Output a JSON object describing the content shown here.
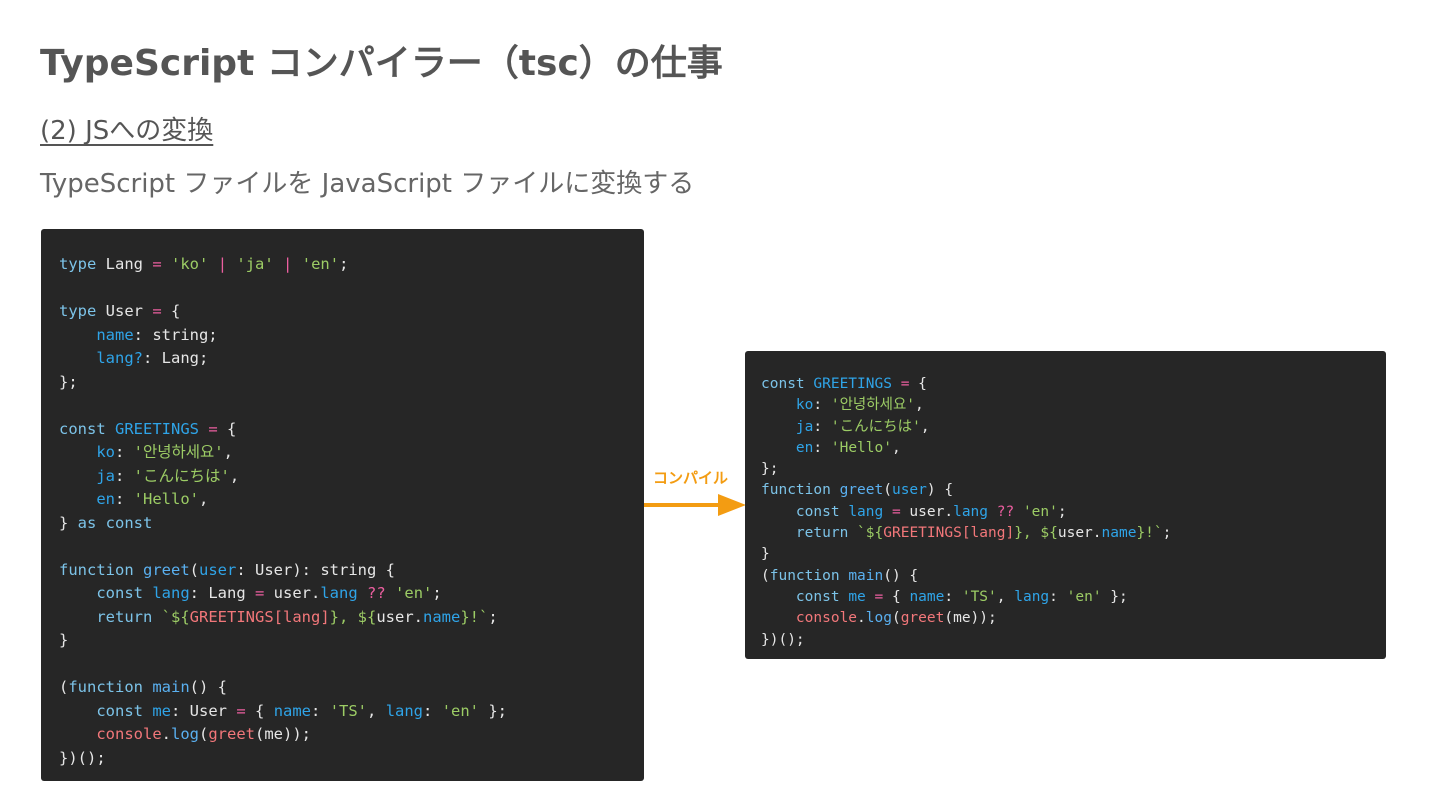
{
  "slide": {
    "title": "TypeScript コンパイラー（tsc）の仕事",
    "subtitle": "(2) JSへの変換",
    "description": "TypeScript ファイルを JavaScript ファイルに変換する",
    "arrow_label": "コンパイル",
    "accent_color": "#f39c12",
    "code_background": "#262626"
  },
  "code_before": {
    "language": "TypeScript",
    "lines": [
      [
        [
          "kw",
          "type"
        ],
        [
          "id",
          " Lang "
        ],
        [
          "op",
          "="
        ],
        [
          "id",
          " "
        ],
        [
          "str",
          "'ko'"
        ],
        [
          "id",
          " "
        ],
        [
          "op",
          "|"
        ],
        [
          "id",
          " "
        ],
        [
          "str",
          "'ja'"
        ],
        [
          "id",
          " "
        ],
        [
          "op",
          "|"
        ],
        [
          "id",
          " "
        ],
        [
          "str",
          "'en'"
        ],
        [
          "id",
          ";"
        ]
      ],
      [],
      [
        [
          "kw",
          "type"
        ],
        [
          "id",
          " User "
        ],
        [
          "op",
          "="
        ],
        [
          "id",
          " {"
        ]
      ],
      [
        [
          "id",
          "    "
        ],
        [
          "prop",
          "name"
        ],
        [
          "id",
          ": string;"
        ]
      ],
      [
        [
          "id",
          "    "
        ],
        [
          "prop",
          "lang?"
        ],
        [
          "id",
          ": Lang;"
        ]
      ],
      [
        [
          "id",
          "};"
        ]
      ],
      [],
      [
        [
          "kw",
          "const"
        ],
        [
          "id",
          " "
        ],
        [
          "prop",
          "GREETINGS"
        ],
        [
          "id",
          " "
        ],
        [
          "op",
          "="
        ],
        [
          "id",
          " {"
        ]
      ],
      [
        [
          "id",
          "    "
        ],
        [
          "prop",
          "ko"
        ],
        [
          "id",
          ": "
        ],
        [
          "str",
          "'안녕하세요'"
        ],
        [
          "id",
          ","
        ]
      ],
      [
        [
          "id",
          "    "
        ],
        [
          "prop",
          "ja"
        ],
        [
          "id",
          ": "
        ],
        [
          "str",
          "'こんにちは'"
        ],
        [
          "id",
          ","
        ]
      ],
      [
        [
          "id",
          "    "
        ],
        [
          "prop",
          "en"
        ],
        [
          "id",
          ": "
        ],
        [
          "str",
          "'Hello'"
        ],
        [
          "id",
          ","
        ]
      ],
      [
        [
          "id",
          "} "
        ],
        [
          "kw",
          "as const"
        ]
      ],
      [],
      [
        [
          "kw",
          "function"
        ],
        [
          "id",
          " "
        ],
        [
          "fn",
          "greet"
        ],
        [
          "id",
          "("
        ],
        [
          "prop",
          "user"
        ],
        [
          "id",
          ": User): string {"
        ]
      ],
      [
        [
          "id",
          "    "
        ],
        [
          "kw",
          "const"
        ],
        [
          "id",
          " "
        ],
        [
          "prop",
          "lang"
        ],
        [
          "id",
          ": Lang "
        ],
        [
          "op",
          "="
        ],
        [
          "id",
          " user."
        ],
        [
          "prop",
          "lang"
        ],
        [
          "id",
          " "
        ],
        [
          "op",
          "??"
        ],
        [
          "id",
          " "
        ],
        [
          "str",
          "'en'"
        ],
        [
          "id",
          ";"
        ]
      ],
      [
        [
          "id",
          "    "
        ],
        [
          "kw",
          "return"
        ],
        [
          "id",
          " "
        ],
        [
          "tpl",
          "`${"
        ],
        [
          "red",
          "GREETINGS[lang]"
        ],
        [
          "tpl",
          "}, ${"
        ],
        [
          "id",
          "user."
        ],
        [
          "prop",
          "name"
        ],
        [
          "tpl",
          "}!`"
        ],
        [
          "id",
          ";"
        ]
      ],
      [
        [
          "id",
          "}"
        ]
      ],
      [],
      [
        [
          "id",
          "("
        ],
        [
          "kw",
          "function"
        ],
        [
          "id",
          " "
        ],
        [
          "fn",
          "main"
        ],
        [
          "id",
          "() {"
        ]
      ],
      [
        [
          "id",
          "    "
        ],
        [
          "kw",
          "const"
        ],
        [
          "id",
          " "
        ],
        [
          "prop",
          "me"
        ],
        [
          "id",
          ": User "
        ],
        [
          "op",
          "="
        ],
        [
          "id",
          " { "
        ],
        [
          "prop",
          "name"
        ],
        [
          "id",
          ": "
        ],
        [
          "str",
          "'TS'"
        ],
        [
          "id",
          ", "
        ],
        [
          "prop",
          "lang"
        ],
        [
          "id",
          ": "
        ],
        [
          "str",
          "'en'"
        ],
        [
          "id",
          " };"
        ]
      ],
      [
        [
          "id",
          "    "
        ],
        [
          "red",
          "console"
        ],
        [
          "id",
          "."
        ],
        [
          "fn",
          "log"
        ],
        [
          "id",
          "("
        ],
        [
          "red",
          "greet"
        ],
        [
          "id",
          "(me));"
        ]
      ],
      [
        [
          "id",
          "})();"
        ]
      ]
    ]
  },
  "code_after": {
    "language": "JavaScript",
    "lines": [
      [
        [
          "kw",
          "const"
        ],
        [
          "id",
          " "
        ],
        [
          "prop",
          "GREETINGS"
        ],
        [
          "id",
          " "
        ],
        [
          "op",
          "="
        ],
        [
          "id",
          " {"
        ]
      ],
      [
        [
          "id",
          "    "
        ],
        [
          "prop",
          "ko"
        ],
        [
          "id",
          ": "
        ],
        [
          "str",
          "'안녕하세요'"
        ],
        [
          "id",
          ","
        ]
      ],
      [
        [
          "id",
          "    "
        ],
        [
          "prop",
          "ja"
        ],
        [
          "id",
          ": "
        ],
        [
          "str",
          "'こんにちは'"
        ],
        [
          "id",
          ","
        ]
      ],
      [
        [
          "id",
          "    "
        ],
        [
          "prop",
          "en"
        ],
        [
          "id",
          ": "
        ],
        [
          "str",
          "'Hello'"
        ],
        [
          "id",
          ","
        ]
      ],
      [
        [
          "id",
          "};"
        ]
      ],
      [
        [
          "kw",
          "function"
        ],
        [
          "id",
          " "
        ],
        [
          "fn",
          "greet"
        ],
        [
          "id",
          "("
        ],
        [
          "prop",
          "user"
        ],
        [
          "id",
          ") {"
        ]
      ],
      [
        [
          "id",
          "    "
        ],
        [
          "kw",
          "const"
        ],
        [
          "id",
          " "
        ],
        [
          "prop",
          "lang"
        ],
        [
          "id",
          " "
        ],
        [
          "op",
          "="
        ],
        [
          "id",
          " user."
        ],
        [
          "prop",
          "lang"
        ],
        [
          "id",
          " "
        ],
        [
          "op",
          "??"
        ],
        [
          "id",
          " "
        ],
        [
          "str",
          "'en'"
        ],
        [
          "id",
          ";"
        ]
      ],
      [
        [
          "id",
          "    "
        ],
        [
          "kw",
          "return"
        ],
        [
          "id",
          " "
        ],
        [
          "tpl",
          "`${"
        ],
        [
          "red",
          "GREETINGS[lang]"
        ],
        [
          "tpl",
          "}, ${"
        ],
        [
          "id",
          "user."
        ],
        [
          "prop",
          "name"
        ],
        [
          "tpl",
          "}!`"
        ],
        [
          "id",
          ";"
        ]
      ],
      [
        [
          "id",
          "}"
        ]
      ],
      [
        [
          "id",
          "("
        ],
        [
          "kw",
          "function"
        ],
        [
          "id",
          " "
        ],
        [
          "fn",
          "main"
        ],
        [
          "id",
          "() {"
        ]
      ],
      [
        [
          "id",
          "    "
        ],
        [
          "kw",
          "const"
        ],
        [
          "id",
          " "
        ],
        [
          "prop",
          "me"
        ],
        [
          "id",
          " "
        ],
        [
          "op",
          "="
        ],
        [
          "id",
          " { "
        ],
        [
          "prop",
          "name"
        ],
        [
          "id",
          ": "
        ],
        [
          "str",
          "'TS'"
        ],
        [
          "id",
          ", "
        ],
        [
          "prop",
          "lang"
        ],
        [
          "id",
          ": "
        ],
        [
          "str",
          "'en'"
        ],
        [
          "id",
          " };"
        ]
      ],
      [
        [
          "id",
          "    "
        ],
        [
          "red",
          "console"
        ],
        [
          "id",
          "."
        ],
        [
          "fn",
          "log"
        ],
        [
          "id",
          "("
        ],
        [
          "red",
          "greet"
        ],
        [
          "id",
          "(me));"
        ]
      ],
      [
        [
          "id",
          "})();"
        ]
      ]
    ]
  }
}
